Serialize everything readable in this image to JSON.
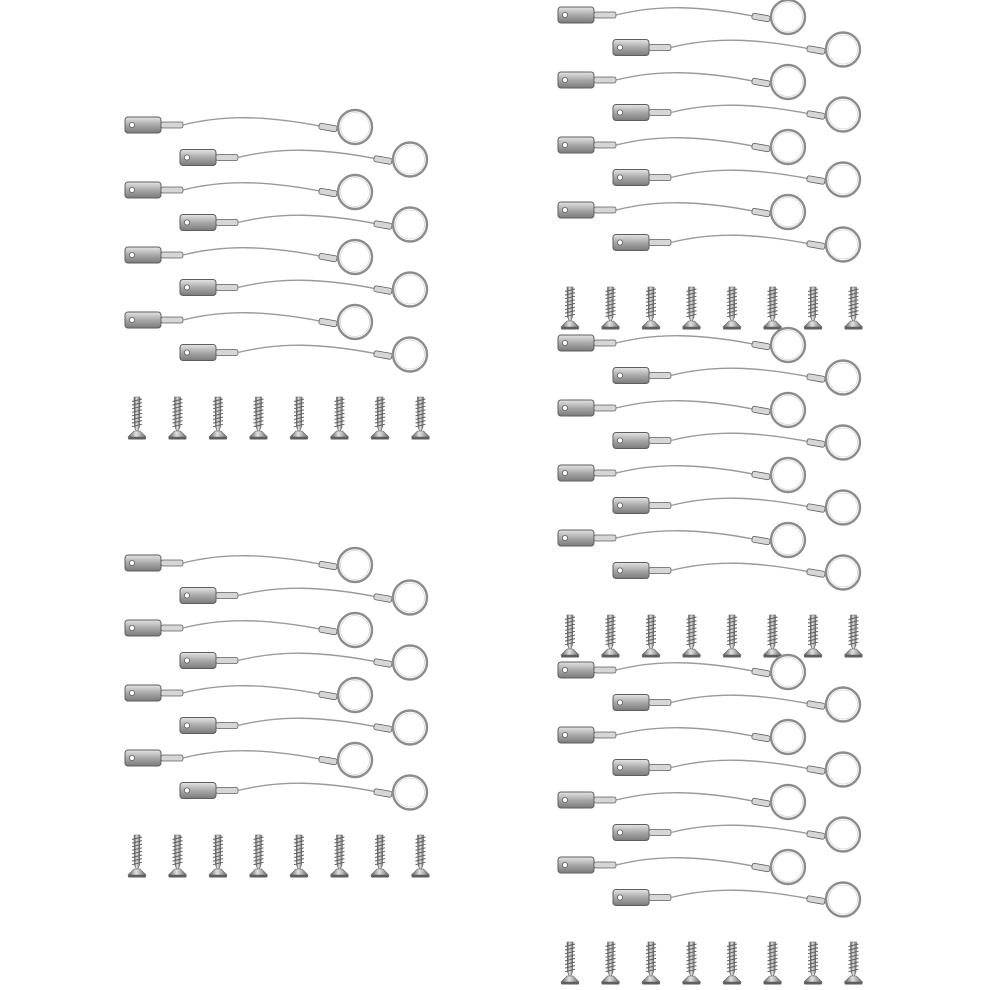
{
  "scene": {
    "background": "#ffffff",
    "metal_color": "#8c8c8c",
    "metal_dark": "#5e5e5e",
    "metal_light": "#d6d6d6",
    "cable_color": "#9a9a9a"
  },
  "groups": [
    {
      "id": "group-left-top",
      "lanyard_count": 8,
      "screw_count": 8
    },
    {
      "id": "group-left-bottom",
      "lanyard_count": 8,
      "screw_count": 8
    },
    {
      "id": "group-right-top",
      "lanyard_count": 8,
      "screw_count": 8
    },
    {
      "id": "group-right-middle",
      "lanyard_count": 8,
      "screw_count": 8
    },
    {
      "id": "group-right-bottom",
      "lanyard_count": 8,
      "screw_count": 8
    }
  ]
}
